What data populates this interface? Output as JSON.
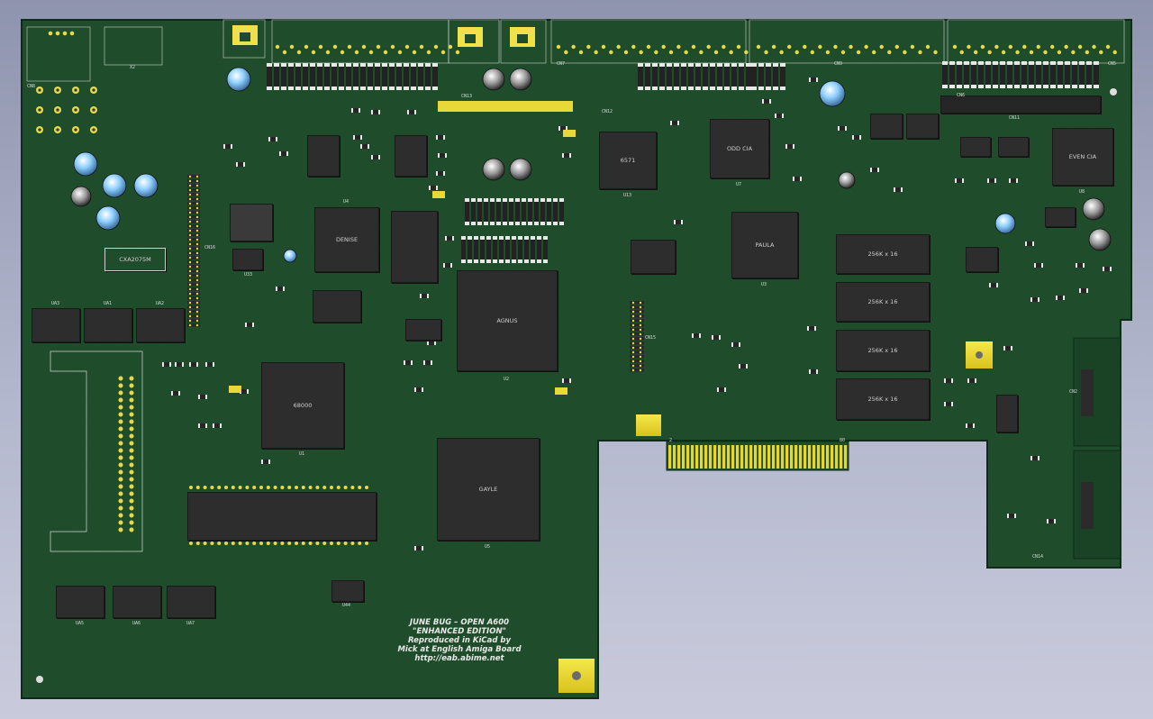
{
  "view": {
    "background_top": "#8f94ae",
    "background_bottom": "#c9cbdc",
    "board_color": "#1f4d2b",
    "edge_color": "#0f2a16",
    "gold_color": "#f0e030"
  },
  "board": {
    "silkscreen": {
      "line1": "JUNE BUG – OPEN A600",
      "line2": "\"ENHANCED EDITION\"",
      "line3": "Reproduced in KiCad by",
      "line4": "Mick at English Amiga Board",
      "line5": "http://eab.abime.net"
    },
    "chips": {
      "denise": "DENISE",
      "agnus": "AGNUS",
      "cpu": "68000",
      "gayle": "GAYLE",
      "paula": "PAULA",
      "odd_cia": "ODD CIA",
      "even_cia": "EVEN CIA",
      "video": "6571",
      "encoder": "CXA2075M",
      "ram1": "256K x 16",
      "ram2": "256K x 16",
      "ram3": "256K x 16",
      "ram4": "256K x 16"
    },
    "refs": {
      "x2": "X2",
      "cn8": "CN8",
      "cn7": "CN7",
      "cn6": "CN6",
      "cn5": "CN5",
      "cn9": "CN9",
      "cn11": "CN11",
      "cn12": "CN12",
      "cn13": "CN13",
      "cn14": "CN14",
      "cn15": "CN15",
      "cn16": "CN16",
      "cn2": "CN2",
      "u1": "U1",
      "u2": "U2",
      "u3": "U3",
      "u4": "U4",
      "u5": "U5",
      "u7": "U7",
      "u8": "U8",
      "u13": "U13",
      "u33": "U33",
      "ua1": "UA1",
      "ua2": "UA2",
      "ua3": "UA3",
      "ua5": "UA5",
      "ua6": "UA6",
      "ua7": "UA7",
      "u44": "U44",
      "edge_left": "2",
      "edge_right": "80"
    }
  }
}
